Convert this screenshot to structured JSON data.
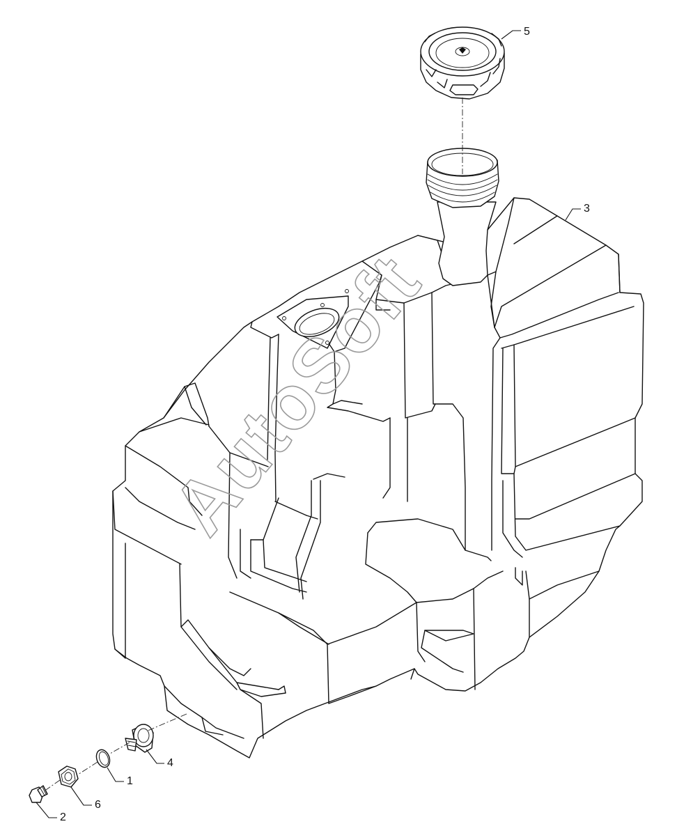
{
  "diagram": {
    "callouts": [
      {
        "id": "1",
        "label": "1"
      },
      {
        "id": "2",
        "label": "2"
      },
      {
        "id": "3",
        "label": "3"
      },
      {
        "id": "4",
        "label": "4"
      },
      {
        "id": "5",
        "label": "5"
      },
      {
        "id": "6",
        "label": "6"
      }
    ],
    "watermark": "AutoSoft",
    "line_color": "#111111",
    "background_color": "#ffffff",
    "watermark_color": "#9a9a9a"
  }
}
